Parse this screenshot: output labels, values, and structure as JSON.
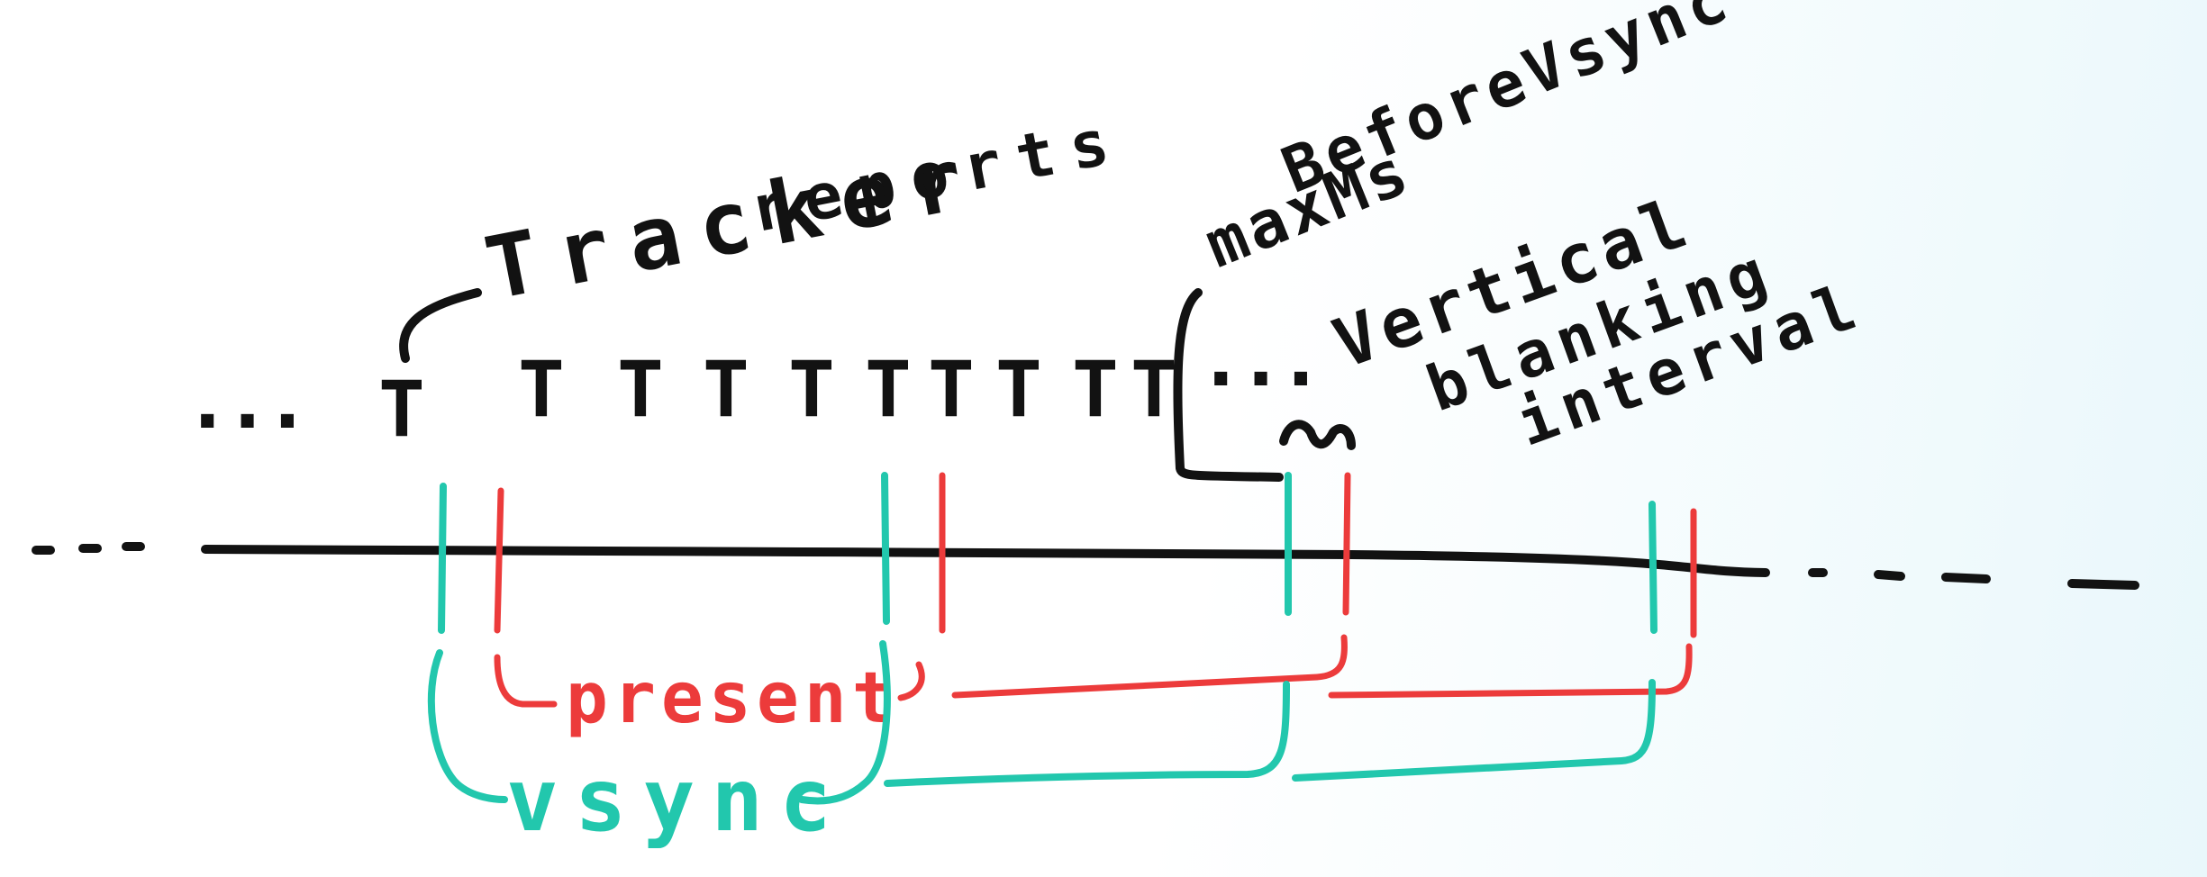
{
  "labels": {
    "tracker_reports_line1": "Tracker",
    "tracker_reports_line2": "reports",
    "max_ms_line1": "maxMs",
    "max_ms_line2": "BeforeVsync",
    "vblank_line1": "Vertical",
    "vblank_line2": "blanking",
    "vblank_line3": "interval",
    "present": "present",
    "vsync": "vsync",
    "tracker_tick": "T",
    "ellipsis": "..."
  },
  "colors": {
    "ink": "#121212",
    "present": "#ec3b3b",
    "vsync": "#22c7ad"
  }
}
